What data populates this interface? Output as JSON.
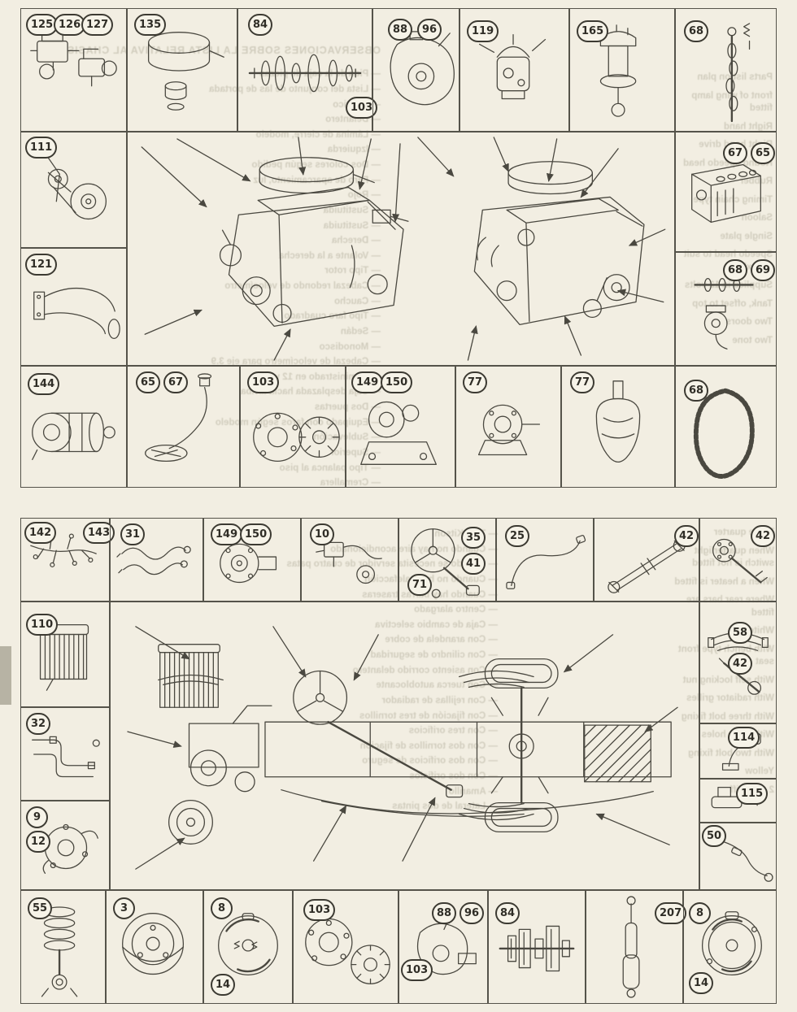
{
  "page": {
    "paper_color": "#f2eee2",
    "ink_color": "#4a4840",
    "border_color": "#55534a"
  },
  "cells": {
    "carb": {
      "badges": [
        "125",
        "126",
        "127"
      ]
    },
    "aircleaner": {
      "badges": [
        "135"
      ]
    },
    "mainshaft": {
      "badges": [
        "84",
        "103"
      ]
    },
    "bellhousing": {
      "badges": [
        "88",
        "96"
      ]
    },
    "fuelpump": {
      "badges": [
        "119"
      ]
    },
    "distributor": {
      "badges": [
        "165"
      ]
    },
    "camshaft": {
      "badges": [
        "68"
      ]
    },
    "pulley": {
      "badges": [
        "111"
      ]
    },
    "manifold": {
      "badges": [
        "121"
      ]
    },
    "engineblock": {
      "badges": [
        "67",
        "65"
      ]
    },
    "oilpump": {
      "badges": [
        "68",
        "69"
      ]
    },
    "generator": {
      "badges": [
        "144"
      ]
    },
    "oilpickup": {
      "badges": [
        "65",
        "67"
      ]
    },
    "clutch": {
      "badges": [
        "103"
      ]
    },
    "startermotor": {
      "badges": [
        "149",
        "150"
      ]
    },
    "waterpump": {
      "badges": [
        "77"
      ]
    },
    "oilfilter": {
      "badges": [
        "77"
      ]
    },
    "timingchain": {
      "badges": [
        "68"
      ]
    },
    "harness": {
      "badges": [
        "142",
        "143"
      ]
    },
    "cables": {
      "badges": [
        "31"
      ]
    },
    "dynamo": {
      "badges": [
        "149",
        "150"
      ]
    },
    "horn": {
      "badges": [
        "10"
      ]
    },
    "steering": {
      "badges": [
        "35",
        "41",
        "71"
      ]
    },
    "speedocable": {
      "badges": [
        "25"
      ]
    },
    "propshaft": {
      "badges": [
        "42"
      ]
    },
    "halfshaft": {
      "badges": [
        "42"
      ]
    },
    "radiator": {
      "badges": [
        "110"
      ]
    },
    "brakepipes": {
      "badges": [
        "32"
      ]
    },
    "waterpump2": {
      "badges": [
        "9",
        "12"
      ]
    },
    "rearspring": {
      "badges": [
        "58",
        "42"
      ]
    },
    "pedal": {
      "badges": [
        "114"
      ]
    },
    "mastercylinder": {
      "badges": [
        "115"
      ]
    },
    "handbrakecable": {
      "badges": [
        "50"
      ]
    },
    "coilspring": {
      "badges": [
        "55"
      ]
    },
    "brakedrum": {
      "badges": [
        "3"
      ]
    },
    "brakeshoes": {
      "badges": [
        "8",
        "14"
      ]
    },
    "clutchkit": {
      "badges": [
        "103"
      ]
    },
    "gearbox": {
      "badges": [
        "88",
        "96",
        "103"
      ]
    },
    "geartrain": {
      "badges": [
        "84"
      ]
    },
    "shockabsorber": {
      "badges": [
        "207"
      ]
    },
    "brakeshoes2": {
      "badges": [
        "8",
        "14"
      ]
    }
  },
  "bleedthrough": {
    "center_top": {
      "title": "OBSERVACIONES SOBRE LA LISTA RELATIVA AL CHASIS",
      "lines": [
        "— Pida de la caja de piezas",
        "— Lista del conjunto de las de portada",
        "— Plástico",
        "— Delantero",
        "— Lámina de cierre, modelo",
        "— Izquierda",
        "— Dos colores según pedido",
        "— Faro de aparcamiento, luz",
        "— Rojo",
        "— Sustituida",
        "— Sustituida",
        "— Derecha",
        "— Volante a la derecha",
        "— Tipo rotor",
        "— Cabezal redondo de velocímetro",
        "— Caucho",
        "— Tipo faro cuadrado",
        "— Sedán",
        "— Monodisco",
        "— Cabezal de velocímetro para eje 3.9",
        "— Suministrado en 12 voltios",
        "— Caja desplazada hacia arriba",
        "— Dos puertas",
        "— Equipado con faros según modelo",
        "— Sublevación",
        "— Superior",
        "— Tipo palanca al piso",
        "— Cremallera"
      ]
    },
    "right_top": {
      "lines": [
        "Parts list on plan",
        "front of wing lamp fitted",
        "Right hand",
        "Right hand drive",
        "Round speedo head",
        "Rubber",
        "Timing chain type",
        "Saloon",
        "Single plate",
        "Speedo head to suit 3.9 axle",
        "Supplied in 12 volts",
        "Tank, offset to top",
        "Two doors",
        "Two tone"
      ]
    },
    "center_bottom": {
      "lines": [
        "— Tipo Kitson",
        "— Cuando no hay aire acondicionado",
        "— Cuando se necesita servidor de cuatro patas",
        "— Cuando no hay calefacción",
        "— Cuando hay barras traseras",
        "— Centro alargado",
        "— Caja de cambio selectiva",
        "— Con arandela de cobre",
        "— Con cilindro de seguridad",
        "— Con asiento corrido delantero",
        "— Con tuerca autoblocante",
        "— Con rejillas de radiador",
        "— Con fijación de tres tornillos",
        "— Con tres orificios",
        "— Con dos tornillos de fijación",
        "— Con dos orificios de seguro",
        "— Con dos orificios",
        "— Amarillo",
        "— Lateral de dos pintas"
      ]
    },
    "right_bottom": {
      "lines": [
        "Three quarter",
        "When quarterlight switch is not fitted",
        "When a heater is fitted",
        "Where rear bars are fitted",
        "White",
        "With bench type front seat",
        "With self locking nut",
        "With radiator grilles",
        "With three bolt fixing",
        "With three holes",
        "With two bolt fixing",
        "Yellow",
        "2 pins diff"
      ]
    }
  }
}
